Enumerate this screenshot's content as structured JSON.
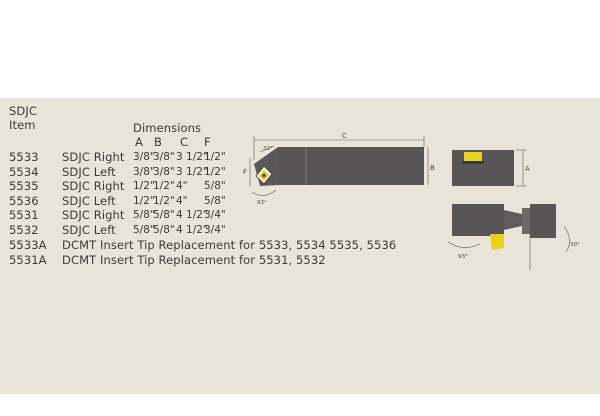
{
  "header": {
    "series": "SDJC",
    "item_label": "Item",
    "dimensions_label": "Dimensions",
    "columns": [
      "A",
      "B",
      "C",
      "F"
    ]
  },
  "rows": [
    {
      "item": "5533",
      "desc": "SDJC Right",
      "a": "3/8\"",
      "b": "3/8\"",
      "c": "3 1/2\"",
      "f": "1/2\""
    },
    {
      "item": "5534",
      "desc": "SDJC Left",
      "a": "3/8\"",
      "b": "3/8\"",
      "c": "3 1/2\"",
      "f": "1/2\""
    },
    {
      "item": "5535",
      "desc": "SDJC Right",
      "a": "1/2\"",
      "b": "1/2\"",
      "c": "4\"",
      "f": "5/8\""
    },
    {
      "item": "5536",
      "desc": "SDJC Left",
      "a": "1/2\"",
      "b": "1/2\"",
      "c": "4\"",
      "f": "5/8\""
    },
    {
      "item": "5531",
      "desc": "SDJC Right",
      "a": "5/8\"",
      "b": "5/8\"",
      "c": "4 1/2\"",
      "f": "3/4\""
    },
    {
      "item": "5532",
      "desc": "SDJC Left",
      "a": "5/8\"",
      "b": "5/8\"",
      "c": "4 1/2\"",
      "f": "3/4\""
    }
  ],
  "replacements": [
    {
      "item": "5533A",
      "desc": "DCMT Insert Tip Replacement for 5533, 5534 5535, 5536"
    },
    {
      "item": "5531A",
      "desc": "DCMT Insert Tip Replacement for 5531, 5532"
    }
  ],
  "diagram_labels": {
    "c": "C",
    "f": "F",
    "b": "B",
    "a": "A",
    "angle_32": "32°",
    "angle_93": "93°",
    "angle_93_side": "93°",
    "angle_30": "30°"
  },
  "colors": {
    "paper": "#eae3d8",
    "toolbody": "#555353",
    "insert": "#e6d21e",
    "text": "#3c3a38"
  }
}
